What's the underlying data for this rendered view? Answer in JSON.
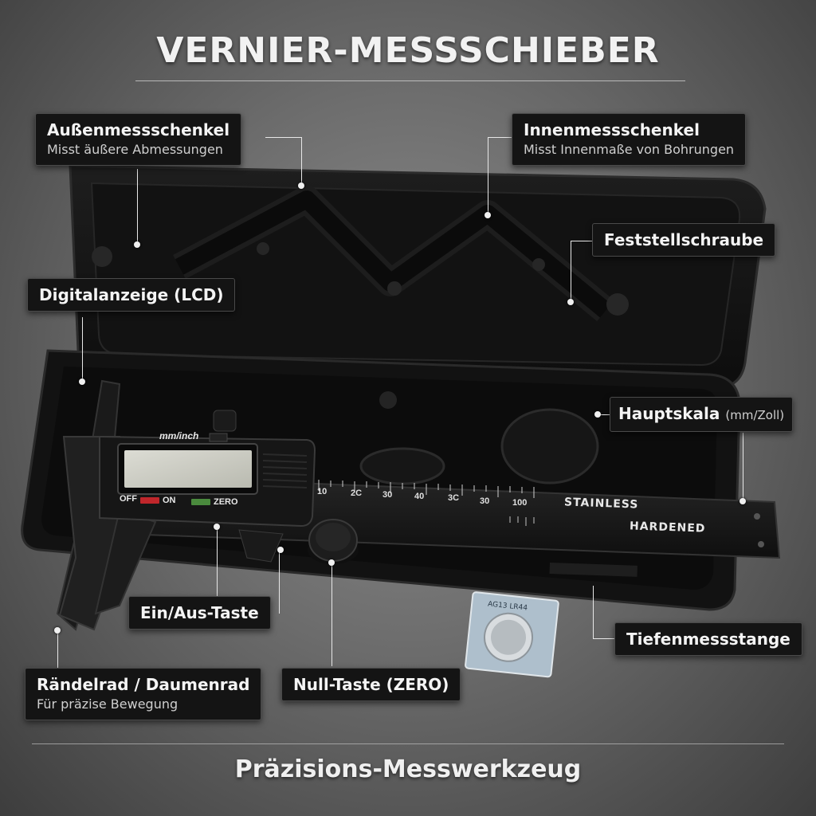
{
  "title": "VERNIER-MESSSCHIEBER",
  "footer": "Präzisions-Messwerkzeug",
  "labels": {
    "outer_jaws": {
      "heading": "Außenmessschenkel",
      "sub": "Misst äußere Abmessungen"
    },
    "inner_jaws": {
      "heading": "Innenmessschenkel",
      "sub": "Misst Innenmaße von Bohrungen"
    },
    "lock_screw": {
      "heading": "Feststellschraube"
    },
    "lcd": {
      "heading": "Digitalanzeige (LCD)"
    },
    "main_scale": {
      "heading": "Hauptskala",
      "sub": "(mm/Zoll)"
    },
    "power_button": {
      "heading": "Ein/Aus-Taste"
    },
    "depth_rod": {
      "heading": "Tiefenmessstange"
    },
    "thumb_wheel": {
      "heading": "Rändelrad / Daumenrad",
      "sub": "Für präzise Bewegung"
    },
    "zero_button": {
      "heading": "Null-Taste (ZERO)"
    }
  },
  "caliper": {
    "unit_button": "mm/inch",
    "off": "OFF",
    "on": "ON",
    "zero": "ZERO",
    "scale_numbers": [
      "10",
      "2C",
      "30",
      "40",
      "3C",
      "30",
      "100"
    ],
    "stainless": "STAINLESS",
    "hardened": "HARDENED"
  },
  "battery": {
    "code": "AG13 LR44"
  },
  "colors": {
    "case": "#141414",
    "accent_red": "#c0262b",
    "accent_green": "#4a8a3d"
  }
}
